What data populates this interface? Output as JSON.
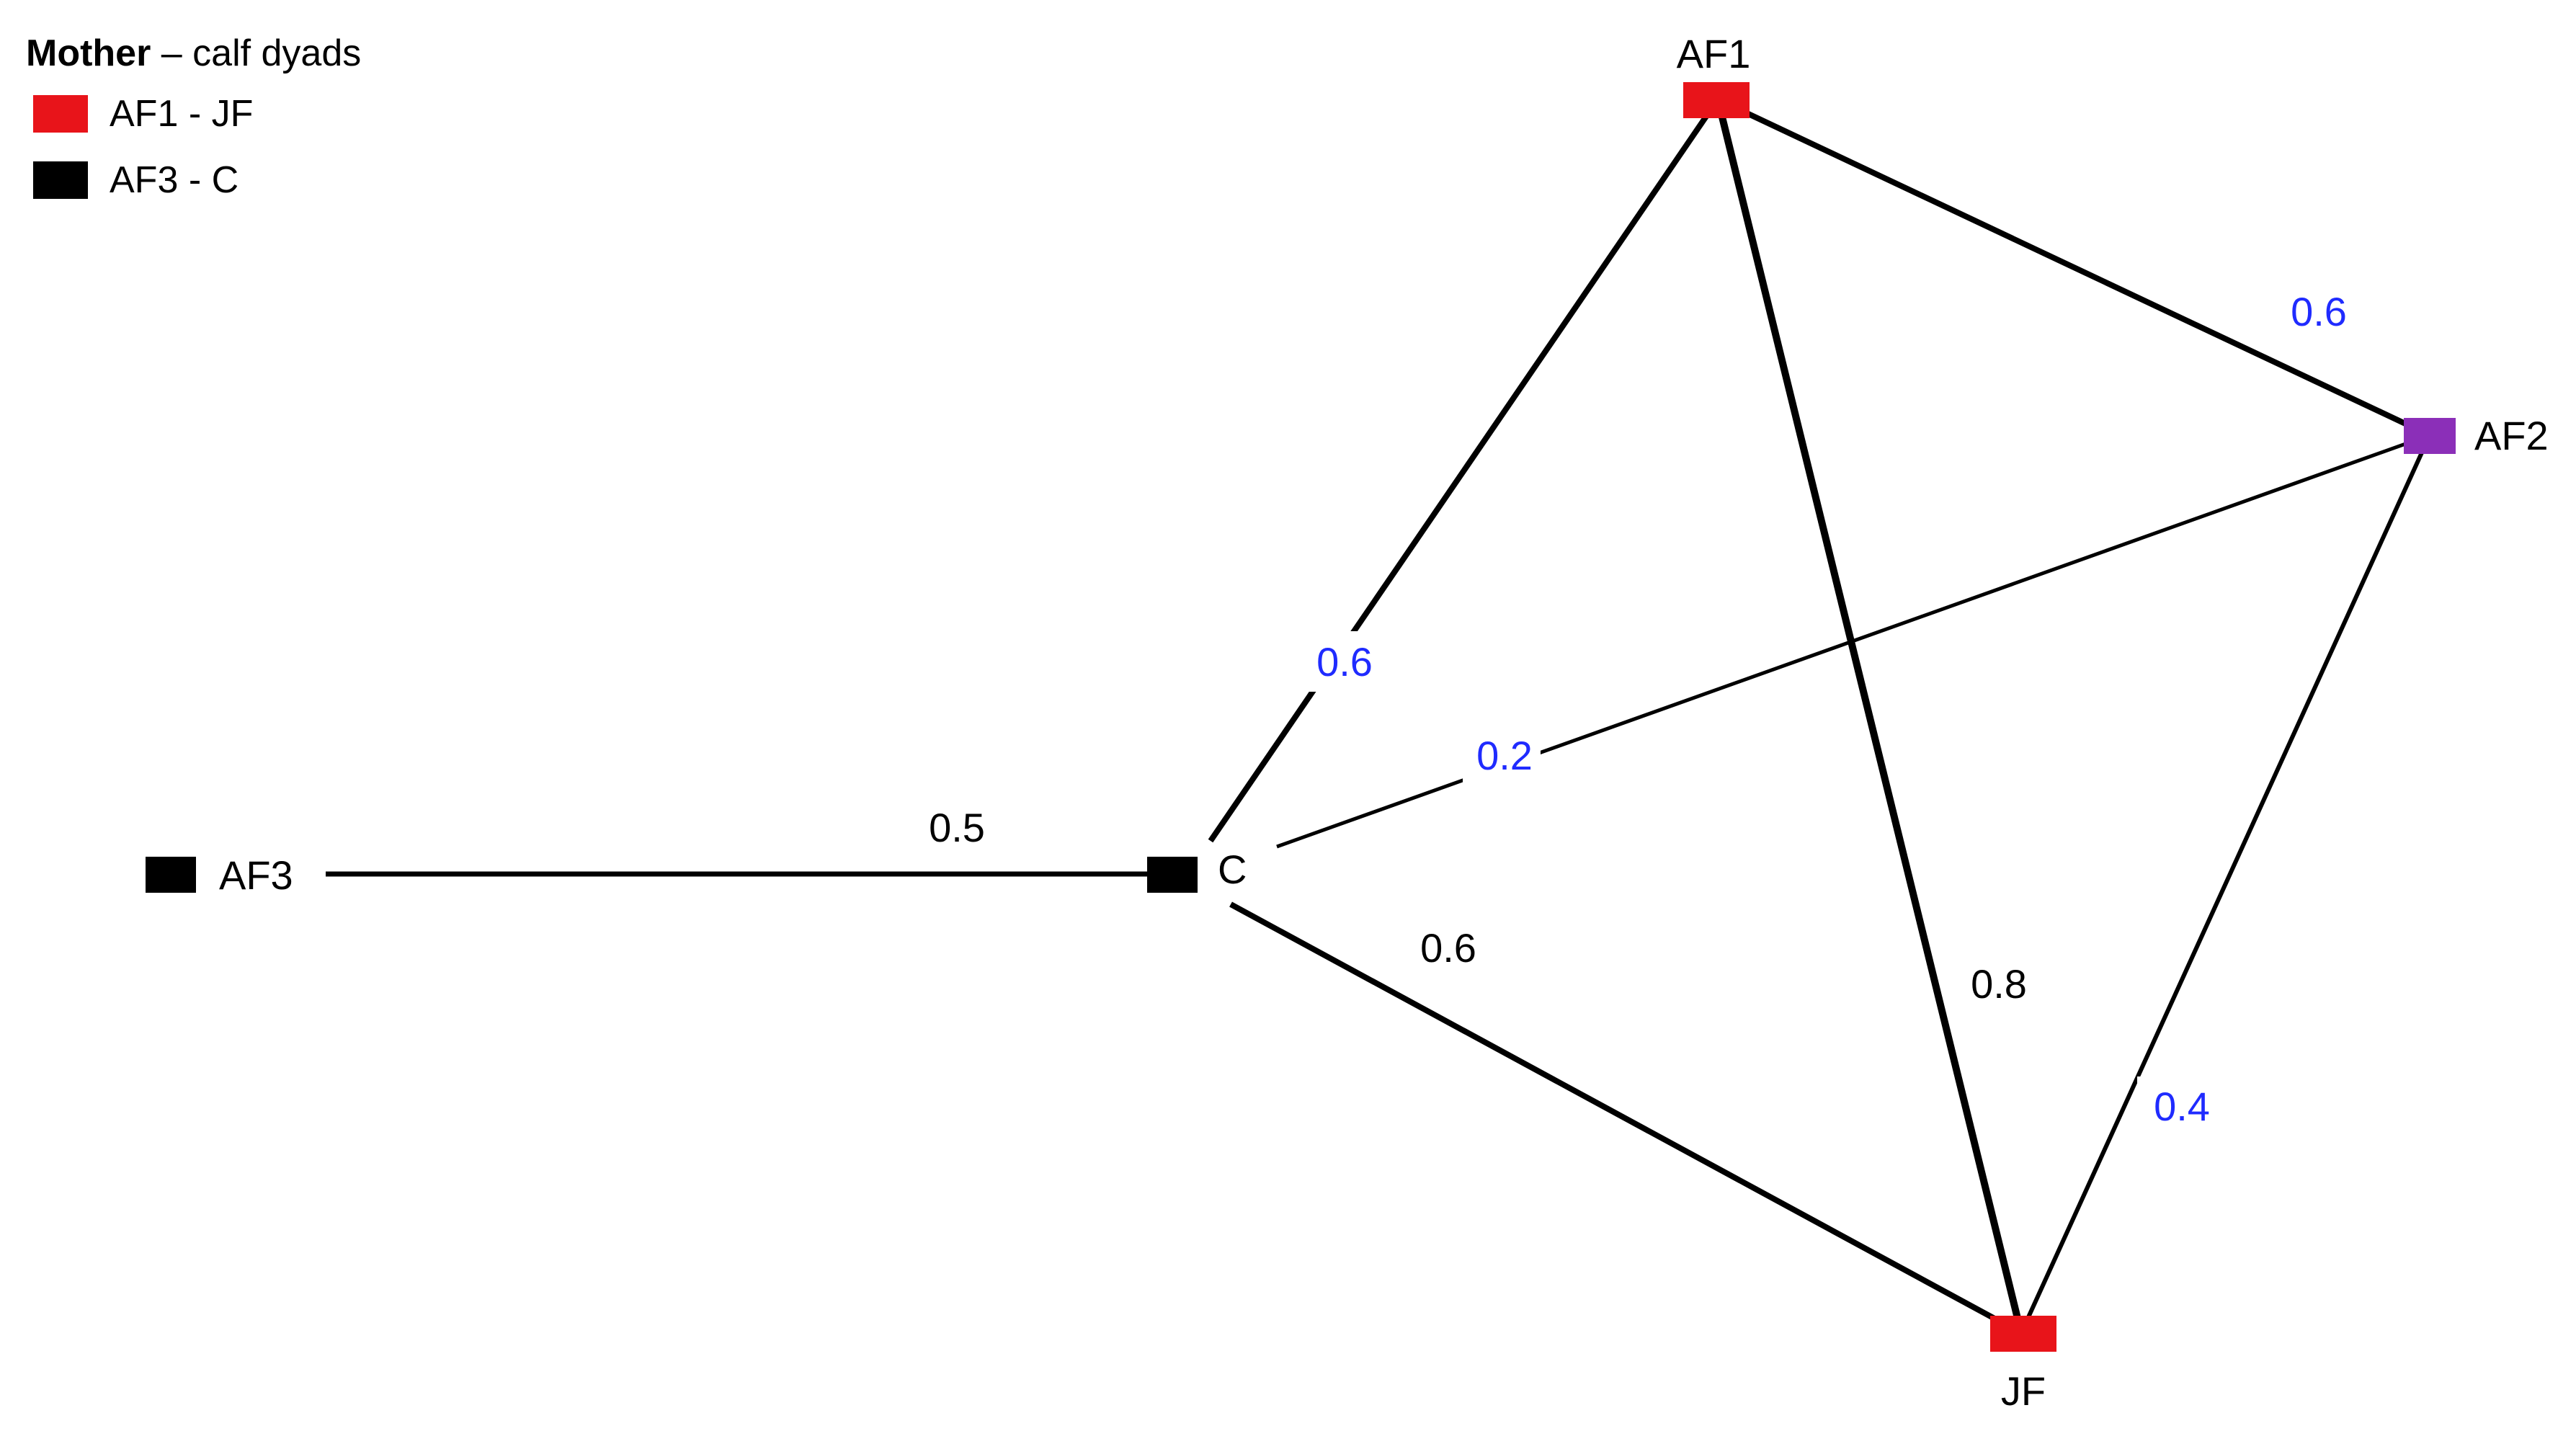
{
  "legend": {
    "title_bold": "Mother",
    "title_rest": " – calf dyads",
    "items": [
      {
        "label": "AF1 - JF",
        "color": "#e8141a"
      },
      {
        "label": "AF3 - C",
        "color": "#000000"
      }
    ]
  },
  "nodes": [
    {
      "id": "AF1",
      "label": "AF1",
      "color": "#e8141a"
    },
    {
      "id": "AF2",
      "label": "AF2",
      "color": "#8b2fb8"
    },
    {
      "id": "AF3",
      "label": "AF3",
      "color": "#000000"
    },
    {
      "id": "C",
      "label": "C",
      "color": "#000000"
    },
    {
      "id": "JF",
      "label": "JF",
      "color": "#e8141a"
    }
  ],
  "edges": [
    {
      "from": "AF1",
      "to": "AF2",
      "weight": "0.6",
      "label_color": "#1f2bff"
    },
    {
      "from": "AF1",
      "to": "C",
      "weight": "0.6",
      "label_color": "#1f2bff"
    },
    {
      "from": "AF1",
      "to": "JF",
      "weight": "0.8",
      "label_color": "#000000"
    },
    {
      "from": "AF2",
      "to": "C",
      "weight": "0.2",
      "label_color": "#1f2bff"
    },
    {
      "from": "AF2",
      "to": "JF",
      "weight": "0.4",
      "label_color": "#1f2bff"
    },
    {
      "from": "AF3",
      "to": "C",
      "weight": "0.5",
      "label_color": "#000000"
    },
    {
      "from": "C",
      "to": "JF",
      "weight": "0.6",
      "label_color": "#000000"
    }
  ]
}
